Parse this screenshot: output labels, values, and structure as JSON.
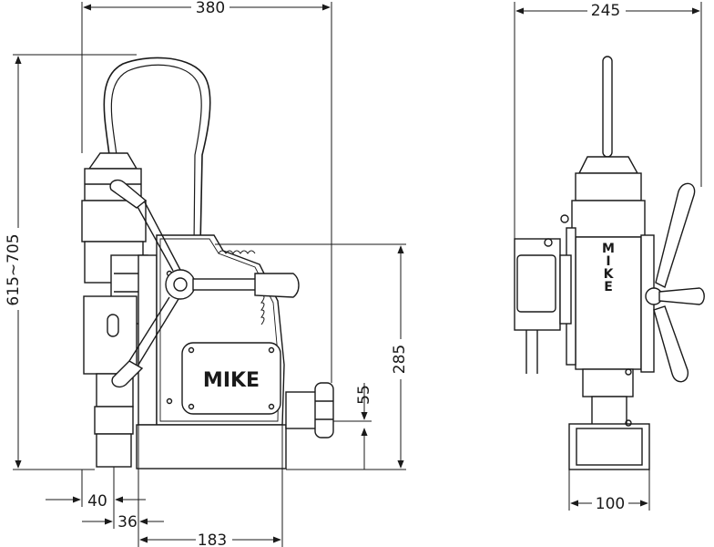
{
  "brand": {
    "logo_text": "MIKE",
    "color_blue": "#1f3fb8",
    "color_red": "#e8252b"
  },
  "dimensions": {
    "overall_width_side": "380",
    "overall_height": "615~705",
    "table_height": "285",
    "handle_offset": "55",
    "left_offset_40": "40",
    "left_offset_36": "36",
    "base_to_motor": "183",
    "front_width_top": "245",
    "front_base_width": "100"
  }
}
